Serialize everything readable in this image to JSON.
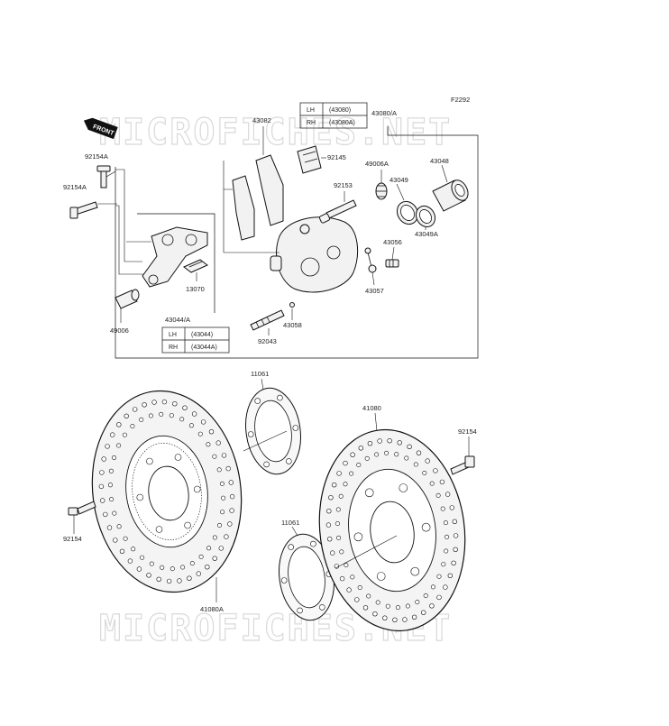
{
  "diagram_id": "F2292",
  "watermark": "MICROFICHES.NET",
  "front_badge": "FRONT",
  "caliper_assy": {
    "label": "43080/A",
    "table": [
      {
        "side": "LH",
        "part": "(43080)"
      },
      {
        "side": "RH",
        "part": "(43080A)"
      }
    ]
  },
  "bracket_assy": {
    "label": "43044/A",
    "table": [
      {
        "side": "LH",
        "part": "(43044)"
      },
      {
        "side": "RH",
        "part": "(43044A)"
      }
    ]
  },
  "parts": {
    "pads": "43082",
    "pad_spring": "92145",
    "seal": "49006A",
    "piston": "43048",
    "pin": "92153",
    "seal_ring": "43049",
    "dust_seal": "43049A",
    "bleeder": "43056",
    "cap": "43057",
    "small_pin": "43058",
    "bolt_pin": "92043",
    "clip": "13070",
    "boot": "49006",
    "bolt_upper": "92154A",
    "bolt_lower": "92154A",
    "disc_bolt_left": "92154",
    "disc_bolt_right": "92154",
    "gasket_top": "11061",
    "gasket_bottom": "11061",
    "disc_right": "41080",
    "disc_left": "41080A"
  }
}
